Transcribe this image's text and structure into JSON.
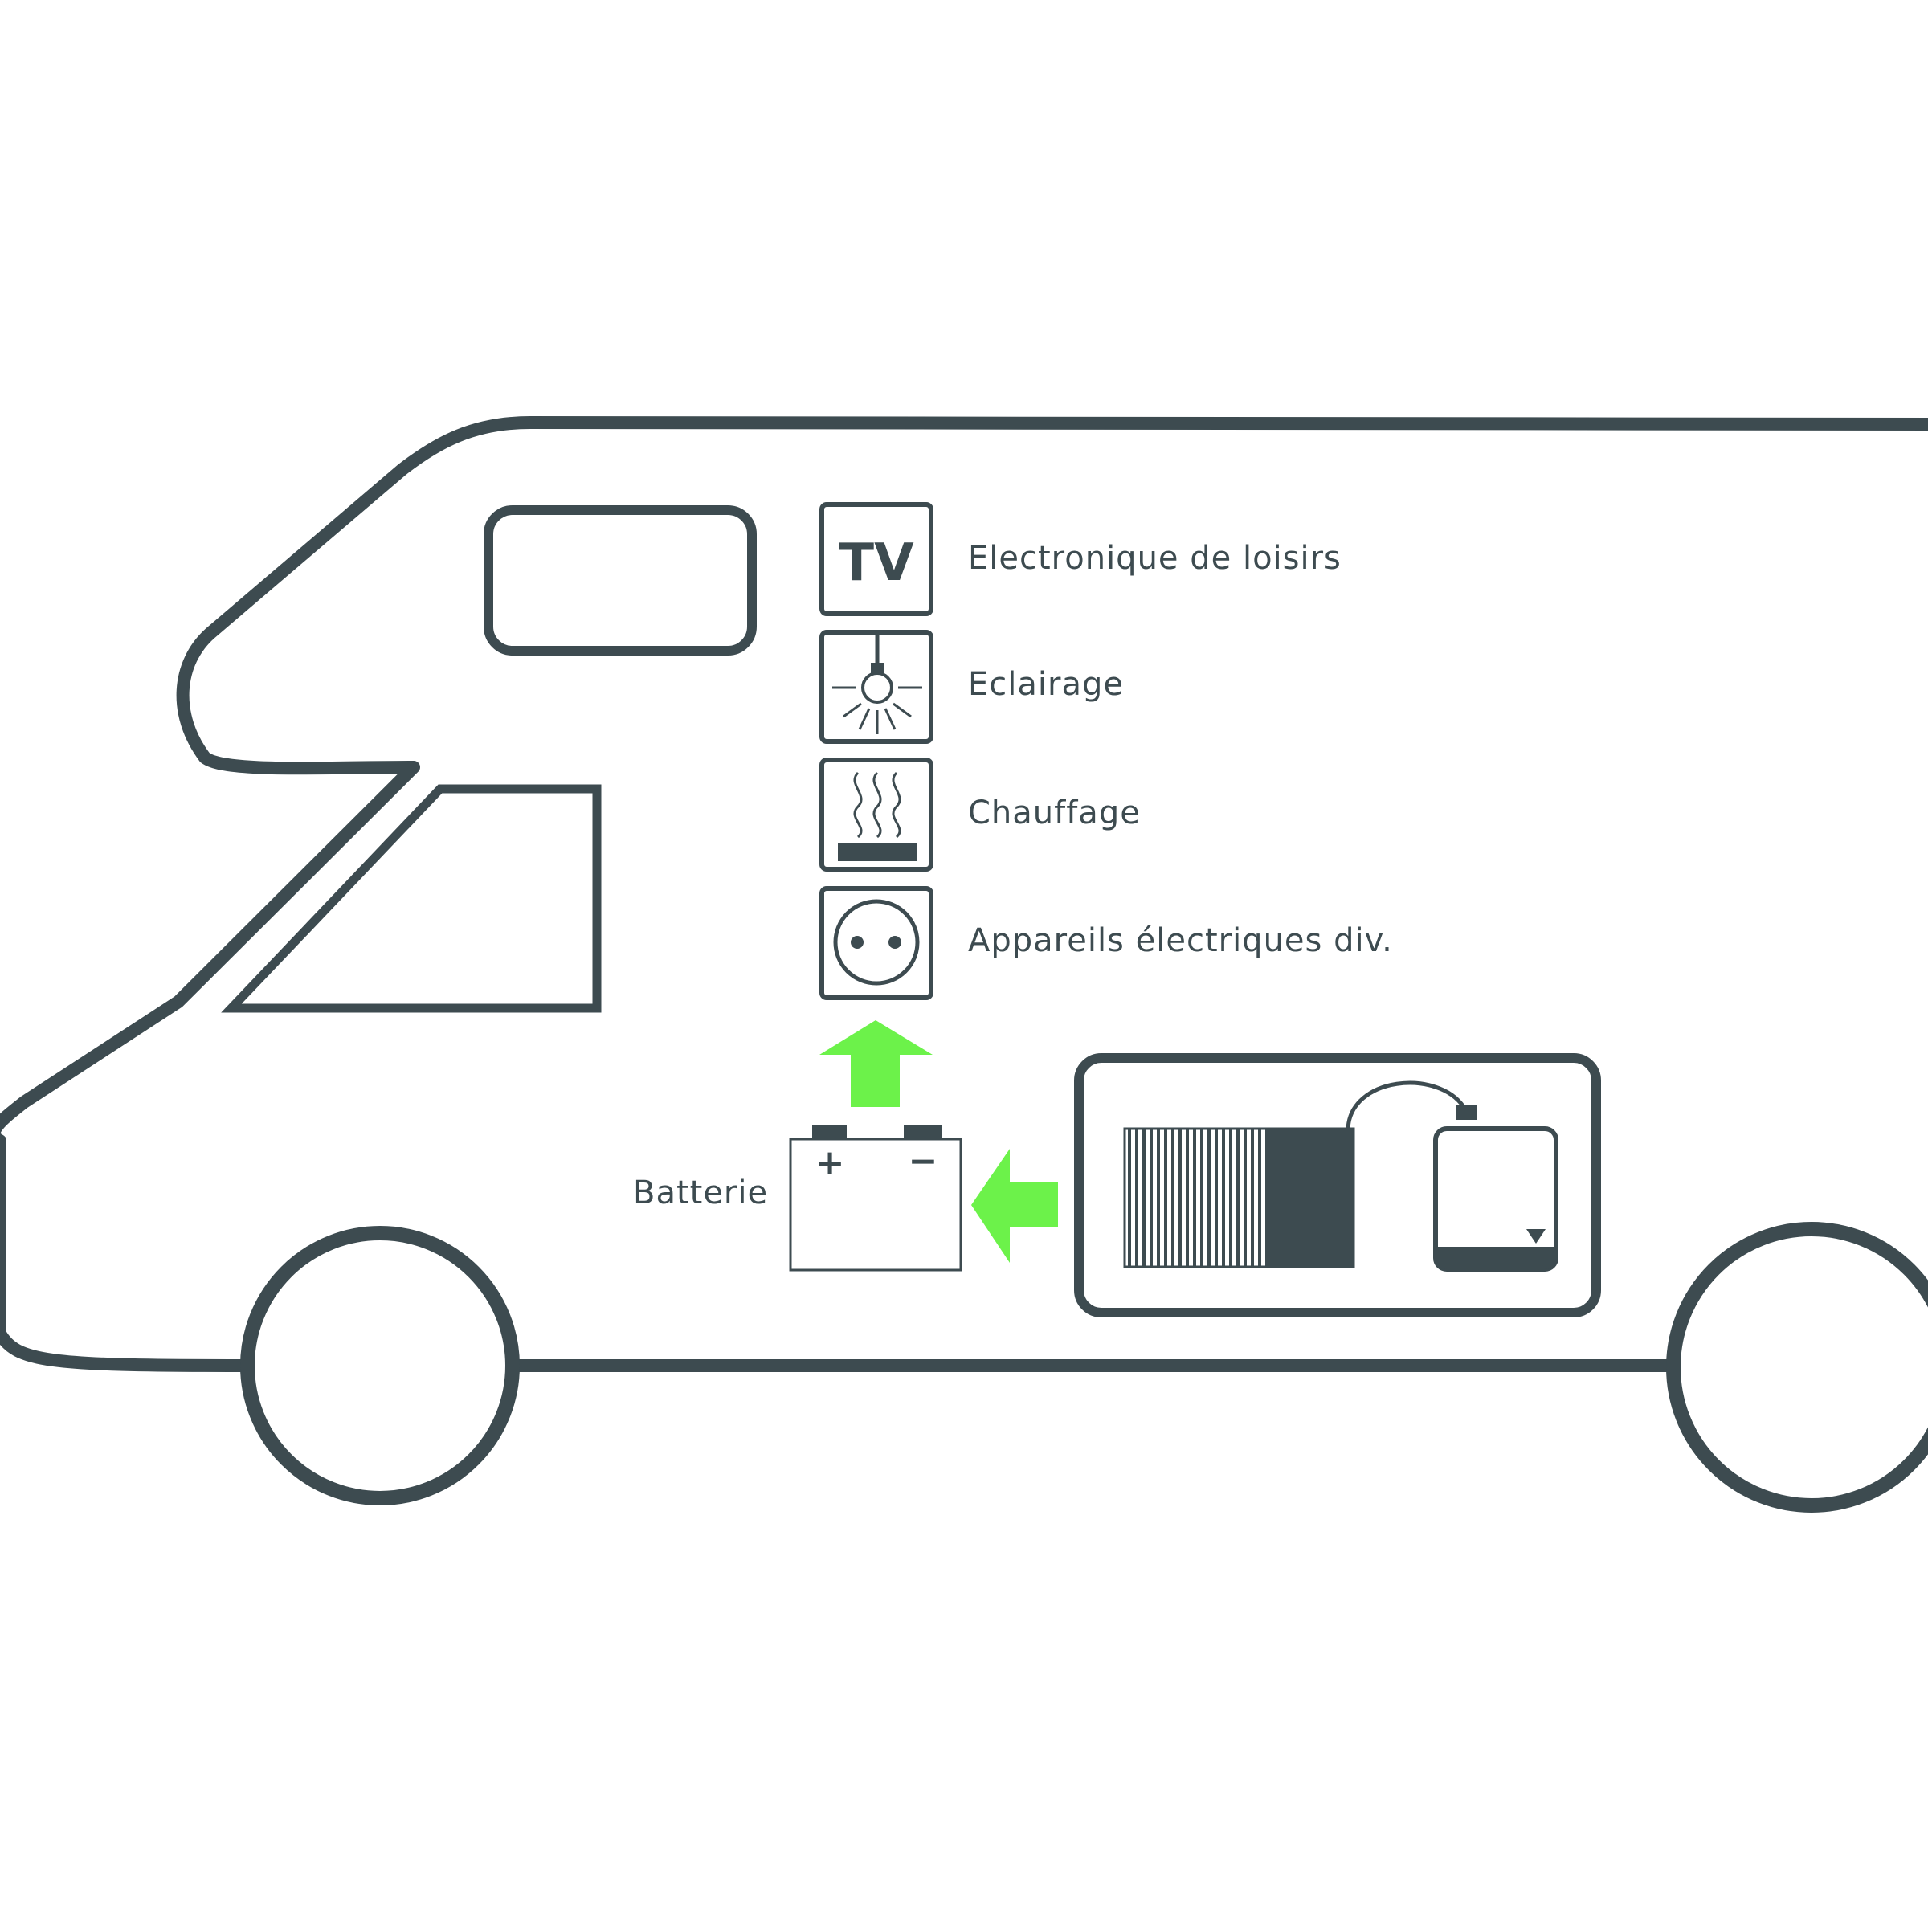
{
  "colors": {
    "line": "#3d4b50",
    "arrow": "#6cf24a",
    "background": "#ffffff"
  },
  "icons": [
    "tv-icon",
    "lamp-icon",
    "heating-icon",
    "socket-icon",
    "battery-icon",
    "solar-charger-icon"
  ],
  "labels": {
    "tv_icon_text": "TV",
    "entertainment": "Electronique de loisirs",
    "lighting": "Eclairage",
    "heating": "Chauffage",
    "appliances": "Appareils électriques div.",
    "battery": "Batterie",
    "battery_plus": "+",
    "battery_minus": "−"
  }
}
